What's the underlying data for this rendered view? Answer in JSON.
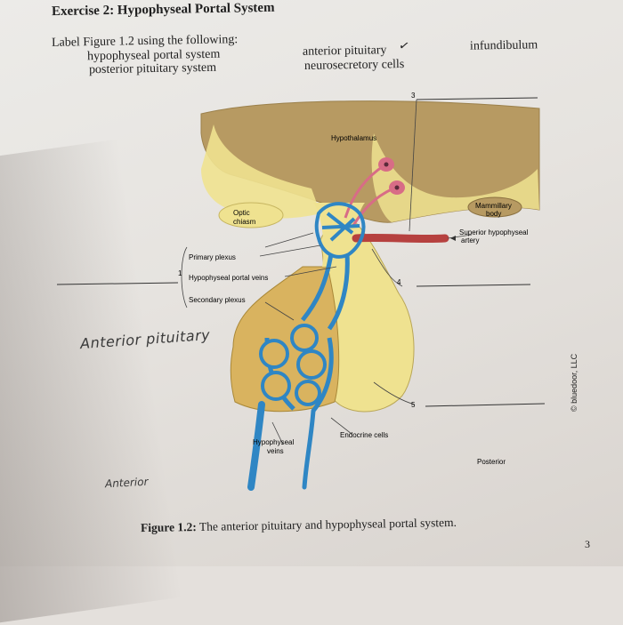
{
  "exercise_title": "Exercise 2: Hypophyseal Portal System",
  "instruction": "Label Figure 1.2 using the following:",
  "options": [
    "hypophyseal portal system",
    "posterior pituitary system",
    "anterior pituitary",
    "neurosecretory cells",
    "infundibulum"
  ],
  "check_mark": "✓",
  "figure_labels": {
    "hypothalamus": "Hypothalamus",
    "optic_chiasm_1": "Optic",
    "optic_chiasm_2": "chiasm",
    "mammillary_1": "Mammillary",
    "mammillary_2": "body",
    "superior_artery_1": "Superior hypophyseal",
    "superior_artery_2": "artery",
    "primary_plexus": "Primary plexus",
    "portal_veins": "Hypophyseal portal veins",
    "secondary_plexus": "Secondary plexus",
    "hypophyseal_veins_1": "Hypophyseal",
    "hypophyseal_veins_2": "veins",
    "endocrine_cells": "Endocrine cells",
    "posterior": "Posterior"
  },
  "blank_numbers": [
    "1",
    "3",
    "4",
    "5"
  ],
  "handwritten": {
    "anterior_pituitary": "Anterior pituitary",
    "anterior": "Anterior"
  },
  "caption": {
    "label": "Figure 1.2:",
    "text": "The anterior pituitary and hypophyseal portal system."
  },
  "copyright": "© bluedoor, LLC",
  "page_number": "3",
  "colors": {
    "hypothalamus": "#b79a62",
    "posterior_lobe": "#efe290",
    "anterior_lobe": "#d9b35f",
    "vessel": "#2f86c4",
    "artery": "#b6413f",
    "neuron": "#d86c86"
  }
}
